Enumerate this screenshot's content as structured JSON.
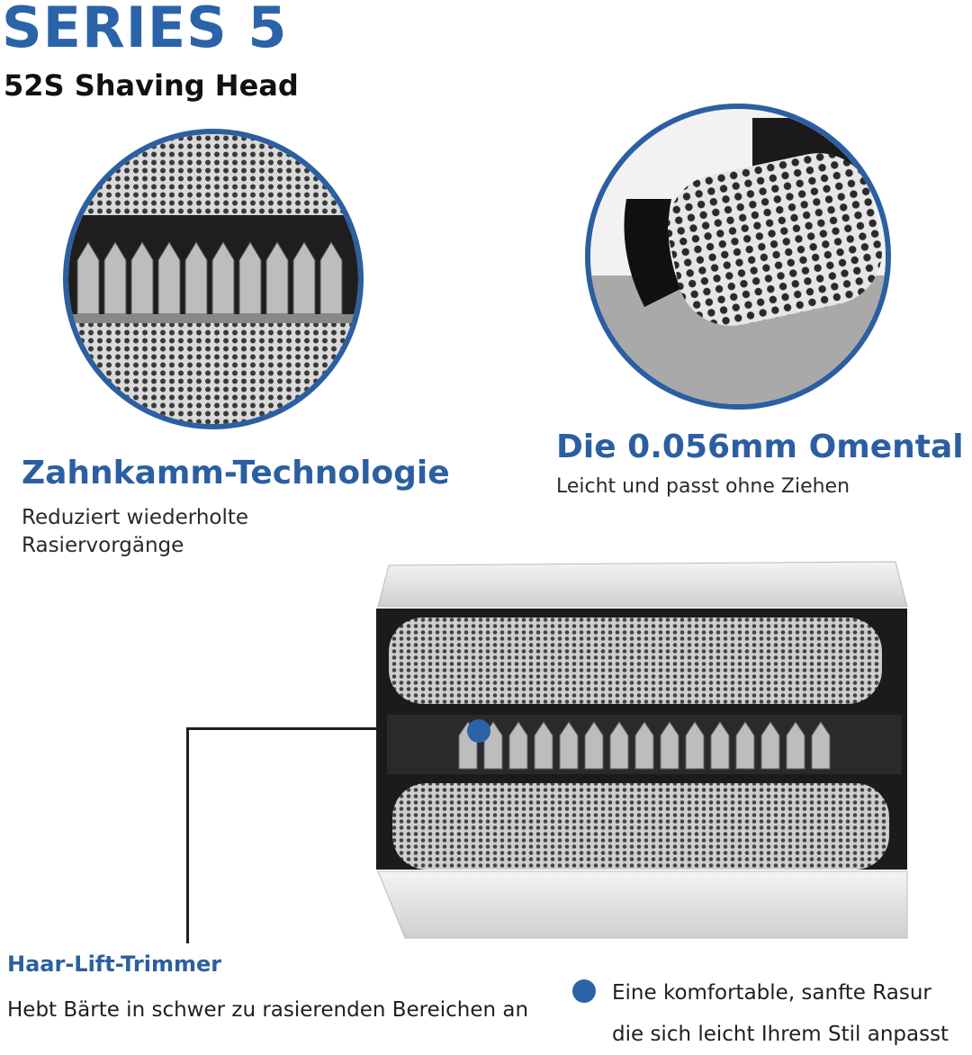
{
  "header": {
    "series_title": "SERIES 5",
    "subtitle": "52S Shaving Head"
  },
  "features": {
    "zahnkamm": {
      "title": "Zahnkamm-Technologie",
      "description": "Reduziert wiederholte Rasiervorgänge"
    },
    "omental": {
      "title": "Die 0.056mm Omental",
      "description": "Leicht und passt ohne Ziehen"
    },
    "trimmer": {
      "title": "Haar-Lift-Trimmer",
      "description": "Hebt Bärte in schwer zu rasierenden Bereichen an"
    },
    "comfort": {
      "line1": "Eine komfortable, sanfte Rasur",
      "line2": "die sich leicht Ihrem Stil anpasst"
    }
  },
  "colors": {
    "brand_blue": "#2b63a8",
    "text_dark": "#1a1a1a",
    "background": "#ffffff"
  }
}
